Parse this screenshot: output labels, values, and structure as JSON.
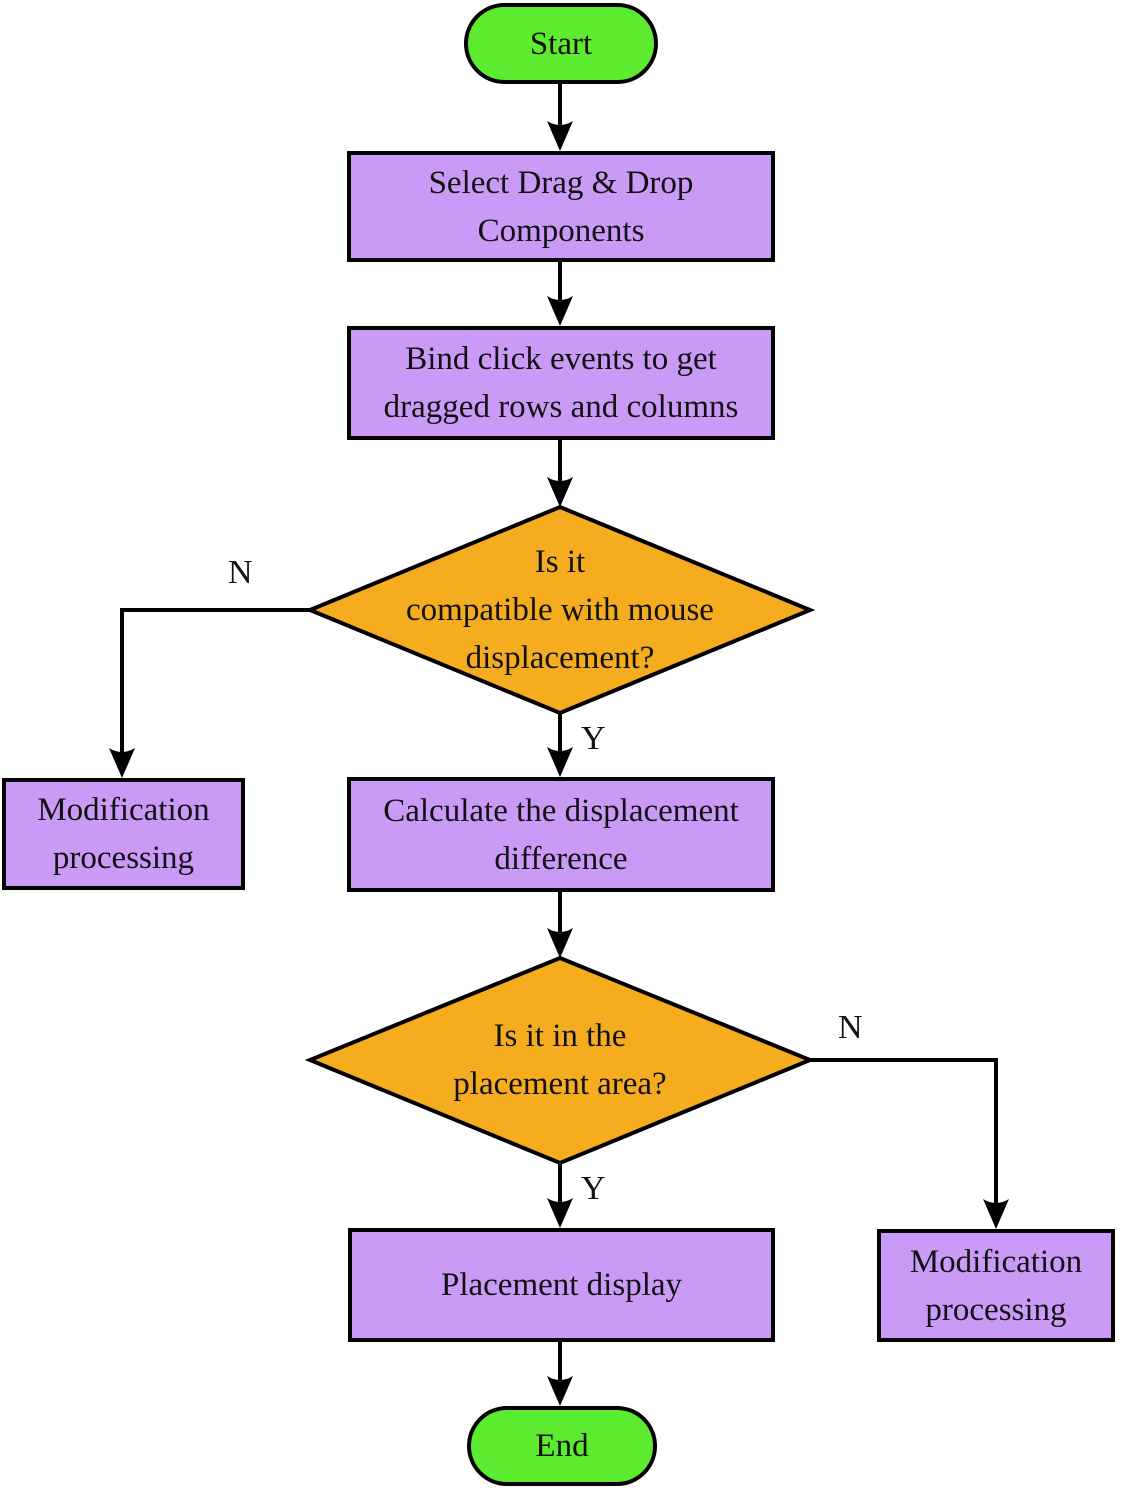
{
  "diagram": {
    "type": "flowchart",
    "colors": {
      "terminal_fill": "#5CEB2E",
      "process_fill": "#C99AF6",
      "decision_fill": "#F5AC1E",
      "border": "#000000",
      "background": "#FFFFFF",
      "text": "#111111"
    },
    "nodes": {
      "start": {
        "type": "terminal",
        "label": "Start"
      },
      "select_components": {
        "type": "process",
        "label": "Select Drag & Drop\nComponents"
      },
      "bind_events": {
        "type": "process",
        "label": "Bind click events to get\ndragged rows and columns"
      },
      "mouse_decision": {
        "type": "decision",
        "label": "Is it\ncompatible with mouse\ndisplacement?"
      },
      "modification_left": {
        "type": "process",
        "label": "Modification\nprocessing"
      },
      "calculate_difference": {
        "type": "process",
        "label": "Calculate the displacement\ndifference"
      },
      "area_decision": {
        "type": "decision",
        "label": "Is it in the\nplacement area?"
      },
      "modification_right": {
        "type": "process",
        "label": "Modification\nprocessing"
      },
      "placement_display": {
        "type": "process",
        "label": "Placement display"
      },
      "end": {
        "type": "terminal",
        "label": "End"
      }
    },
    "edge_labels": {
      "mouse_no": "N",
      "mouse_yes": "Y",
      "area_no": "N",
      "area_yes": "Y"
    }
  }
}
